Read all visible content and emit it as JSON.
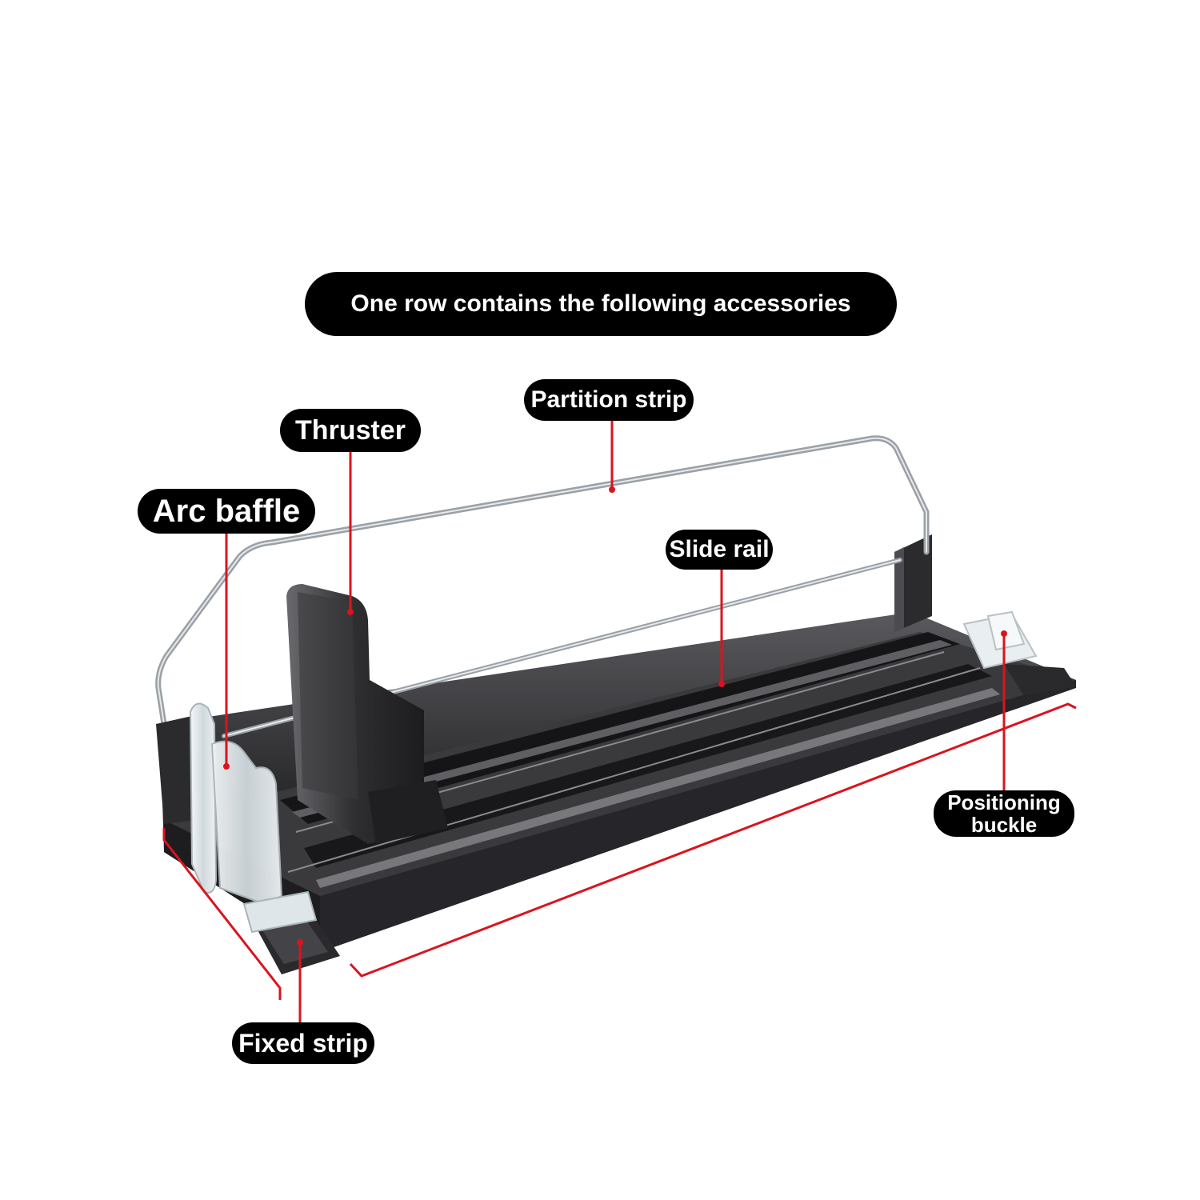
{
  "title": "One row contains the following accessories",
  "labels": {
    "partition_strip": "Partition strip",
    "thruster": "Thruster",
    "arc_baffle": "Arc baffle",
    "slide_rail": "Slide rail",
    "positioning_buckle": [
      "Positioning",
      "buckle"
    ],
    "fixed_strip": "Fixed strip"
  },
  "colors": {
    "label_bg": "#000000",
    "label_text": "#ffffff",
    "leader_line": "#d9141f",
    "rail_dark": "#2a2a2c",
    "rail_mid": "#4a4a4e",
    "wire": "#b8bcc2",
    "clear_plastic": "#dfe6ea"
  }
}
